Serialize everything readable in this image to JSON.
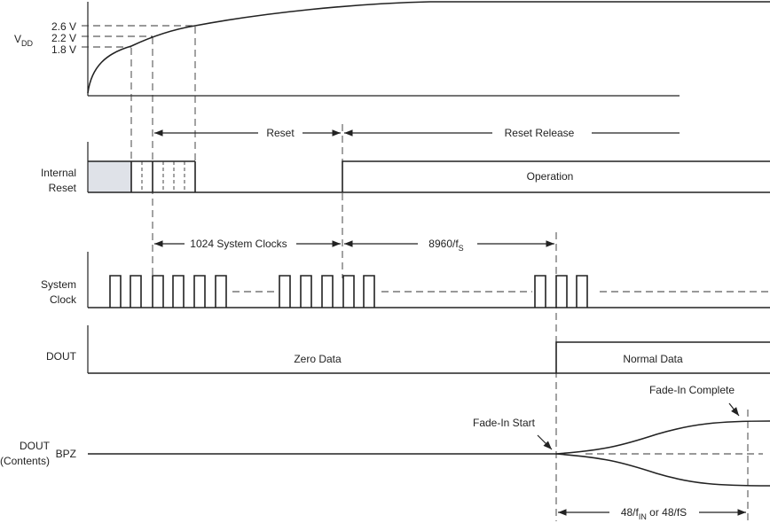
{
  "vdd": {
    "symbol": "V",
    "subscript": "DD",
    "levels": [
      "2.6 V",
      "2.2 V",
      "1.8 V"
    ]
  },
  "reset_row": {
    "reset_label": "Reset",
    "release_label": "Reset Release"
  },
  "internal_reset": {
    "label_line1": "Internal",
    "label_line2": "Reset",
    "operation": "Operation"
  },
  "clock_timing": {
    "clocks_label": "1024 System Clocks",
    "fs_label_main": "8960/f",
    "fs_label_sub": "S"
  },
  "system_clock": {
    "label_line1": "System",
    "label_line2": "Clock"
  },
  "dout": {
    "label": "DOUT",
    "zero_data": "Zero Data",
    "normal_data": "Normal Data"
  },
  "dout_contents": {
    "label_line1": "DOUT",
    "label_line2": "(Contents)",
    "bpz": "BPZ",
    "fade_in_start": "Fade-In Start",
    "fade_in_complete": "Fade-In Complete"
  },
  "fade_timing": {
    "part1": "48/f",
    "part1_sub": "IN",
    "part2": " or 48/fS"
  },
  "colors": {
    "line": "#222222",
    "reset_fill": "#dfe2e8"
  }
}
